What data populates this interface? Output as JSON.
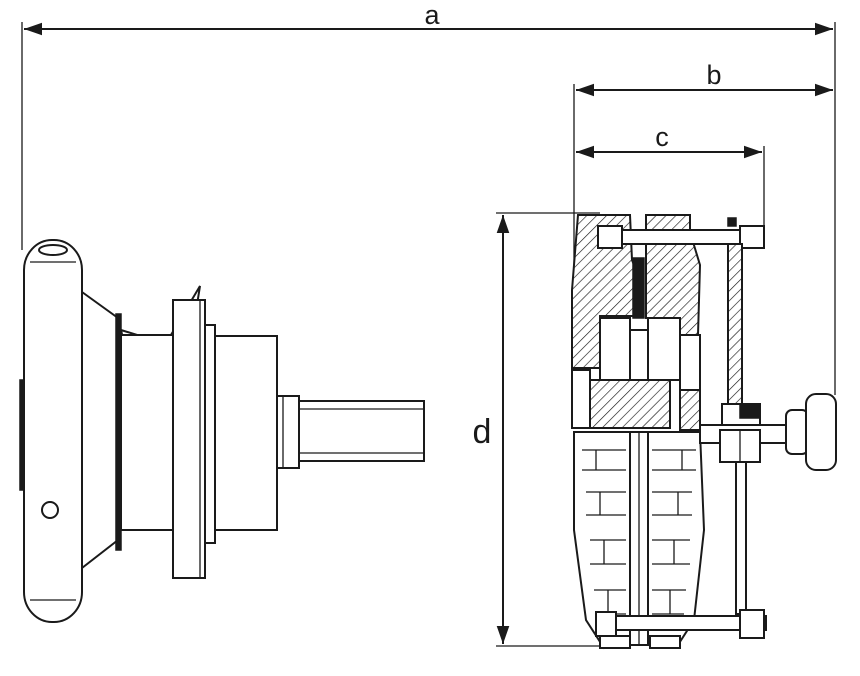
{
  "dimensions": {
    "a": "a",
    "b": "b",
    "c": "c",
    "d": "d"
  },
  "colors": {
    "line": "#1a1a1a",
    "background": "#ffffff"
  }
}
